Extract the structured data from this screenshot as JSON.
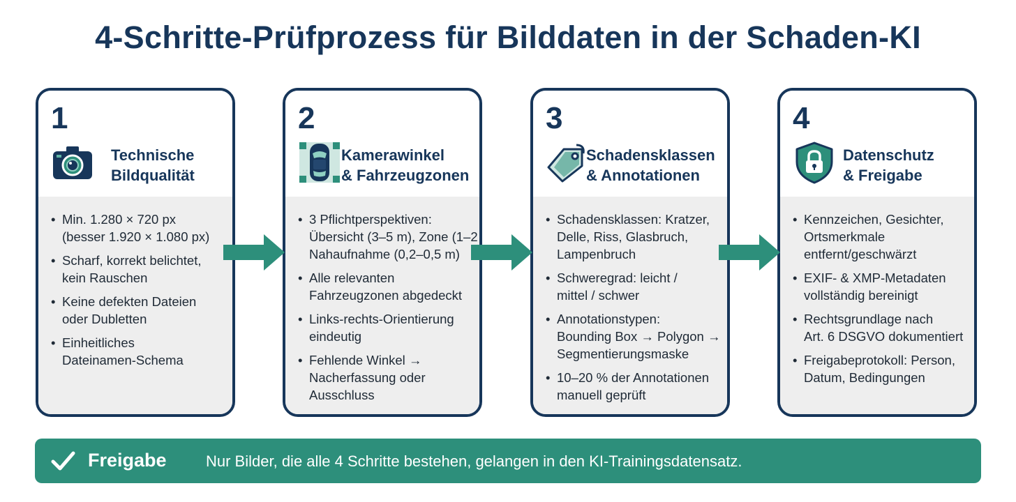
{
  "title": "4-Schritte-Prüfprozess für Bilddaten in der Schaden-KI",
  "steps": [
    {
      "number": "1",
      "icon": "camera-icon",
      "heading": [
        "Technische",
        "Bildqualität"
      ],
      "bullets": [
        [
          "Min. 1.280 × 720 px",
          "(besser 1.920 × 1.080 px)"
        ],
        [
          "Scharf, korrekt belichtet,",
          "kein Rauschen"
        ],
        [
          "Keine defekten Dateien",
          "oder Dubletten"
        ],
        [
          "Einheitliches",
          "Dateinamen-Schema"
        ]
      ]
    },
    {
      "number": "2",
      "icon": "car-top-view-icon",
      "heading": [
        "Kamerawinkel",
        "& Fahrzeugzonen"
      ],
      "bullets": [
        [
          "3 Pflichtperspektiven:",
          "Übersicht (3–5 m), Zone (1–2",
          "Nahaufnahme (0,2–0,5 m)"
        ],
        [
          "Alle relevanten",
          "Fahrzeugzonen abgedeckt"
        ],
        [
          "Links-rechts-Orientierung",
          "eindeutig"
        ],
        [
          "Fehlende Winkel →",
          "Nacherfassung oder",
          "Ausschluss"
        ]
      ]
    },
    {
      "number": "3",
      "icon": "tag-icon",
      "heading": [
        "Schadensklassen",
        "& Annotationen"
      ],
      "bullets": [
        [
          "Schadensklassen: Kratzer,",
          "Delle, Riss, Glasbruch,",
          "Lampenbruch"
        ],
        [
          "Schweregrad: leicht /",
          "mittel / schwer"
        ],
        [
          "Annotationstypen:",
          "Bounding Box → Polygon →",
          "Segmentierungsmaske"
        ],
        [
          "10–20 % der Annotationen",
          "manuell geprüft"
        ]
      ]
    },
    {
      "number": "4",
      "icon": "shield-lock-icon",
      "heading": [
        "Datenschutz",
        "& Freigabe"
      ],
      "bullets": [
        [
          "Kennzeichen, Gesichter,",
          "Ortsmerkmale",
          "entfernt/geschwärzt"
        ],
        [
          "EXIF- & XMP-Metadaten",
          "vollständig bereinigt"
        ],
        [
          "Rechtsgrundlage nach",
          "Art. 6 DSGVO dokumentiert"
        ],
        [
          "Freigabeprotokoll: Person,",
          "Datum, Bedingungen"
        ]
      ]
    }
  ],
  "banner": {
    "icon": "checkmark-icon",
    "label": "Freigabe",
    "text": "Nur Bilder, die alle 4 Schritte bestehen, gelangen in den KI-Trainingsdatensatz."
  },
  "colors": {
    "navy": "#17365a",
    "teal": "#2d8f7b",
    "panel": "#eeeeee"
  }
}
